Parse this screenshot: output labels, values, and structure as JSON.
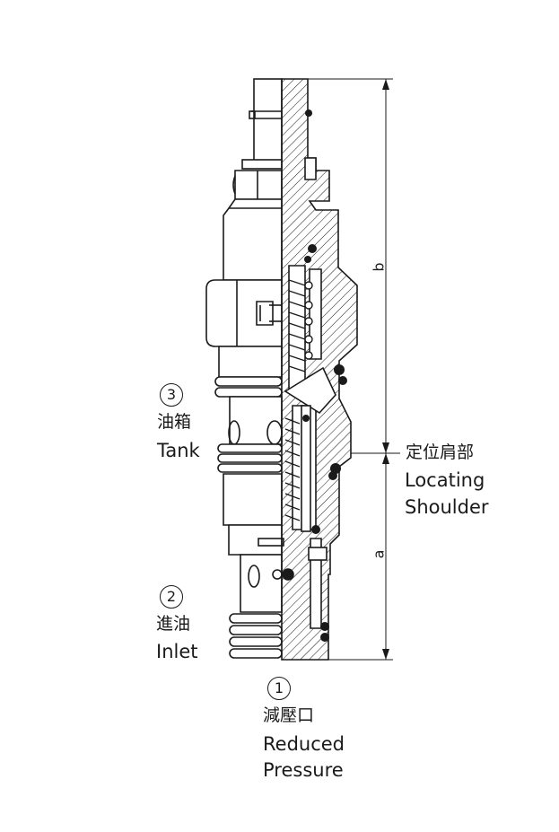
{
  "labels": {
    "tank": {
      "num": "3",
      "cn": "油箱",
      "en": "Tank"
    },
    "inlet": {
      "num": "2",
      "cn": "進油",
      "en": "Inlet"
    },
    "reduced": {
      "num": "1",
      "cn": "減壓口",
      "en_line1": "Reduced",
      "en_line2": "Pressure"
    },
    "locating": {
      "cn": "定位肩部",
      "en_line1": "Locating",
      "en_line2": "Shoulder"
    }
  },
  "dimensions": {
    "b": "b",
    "a": "a"
  },
  "colors": {
    "line": "#1a1a1a",
    "hatch": "#1a1a1a",
    "fill": "#ffffff"
  }
}
